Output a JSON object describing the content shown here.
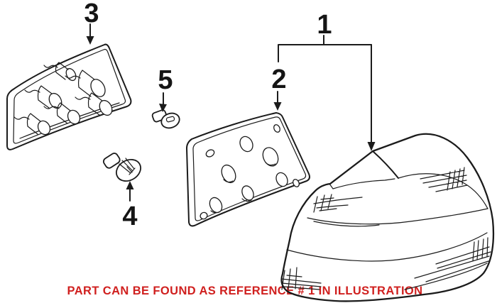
{
  "illustration": {
    "callouts": {
      "c1": "1",
      "c2": "2",
      "c3": "3",
      "c4": "4",
      "c5": "5"
    },
    "note": {
      "text": "PART CAN BE FOUND AS REFERENCE # 1 IN ILLUSTRATION",
      "color": "#d0201f"
    },
    "colors": {
      "line": "#1b1b1b",
      "background": "#ffffff"
    }
  }
}
